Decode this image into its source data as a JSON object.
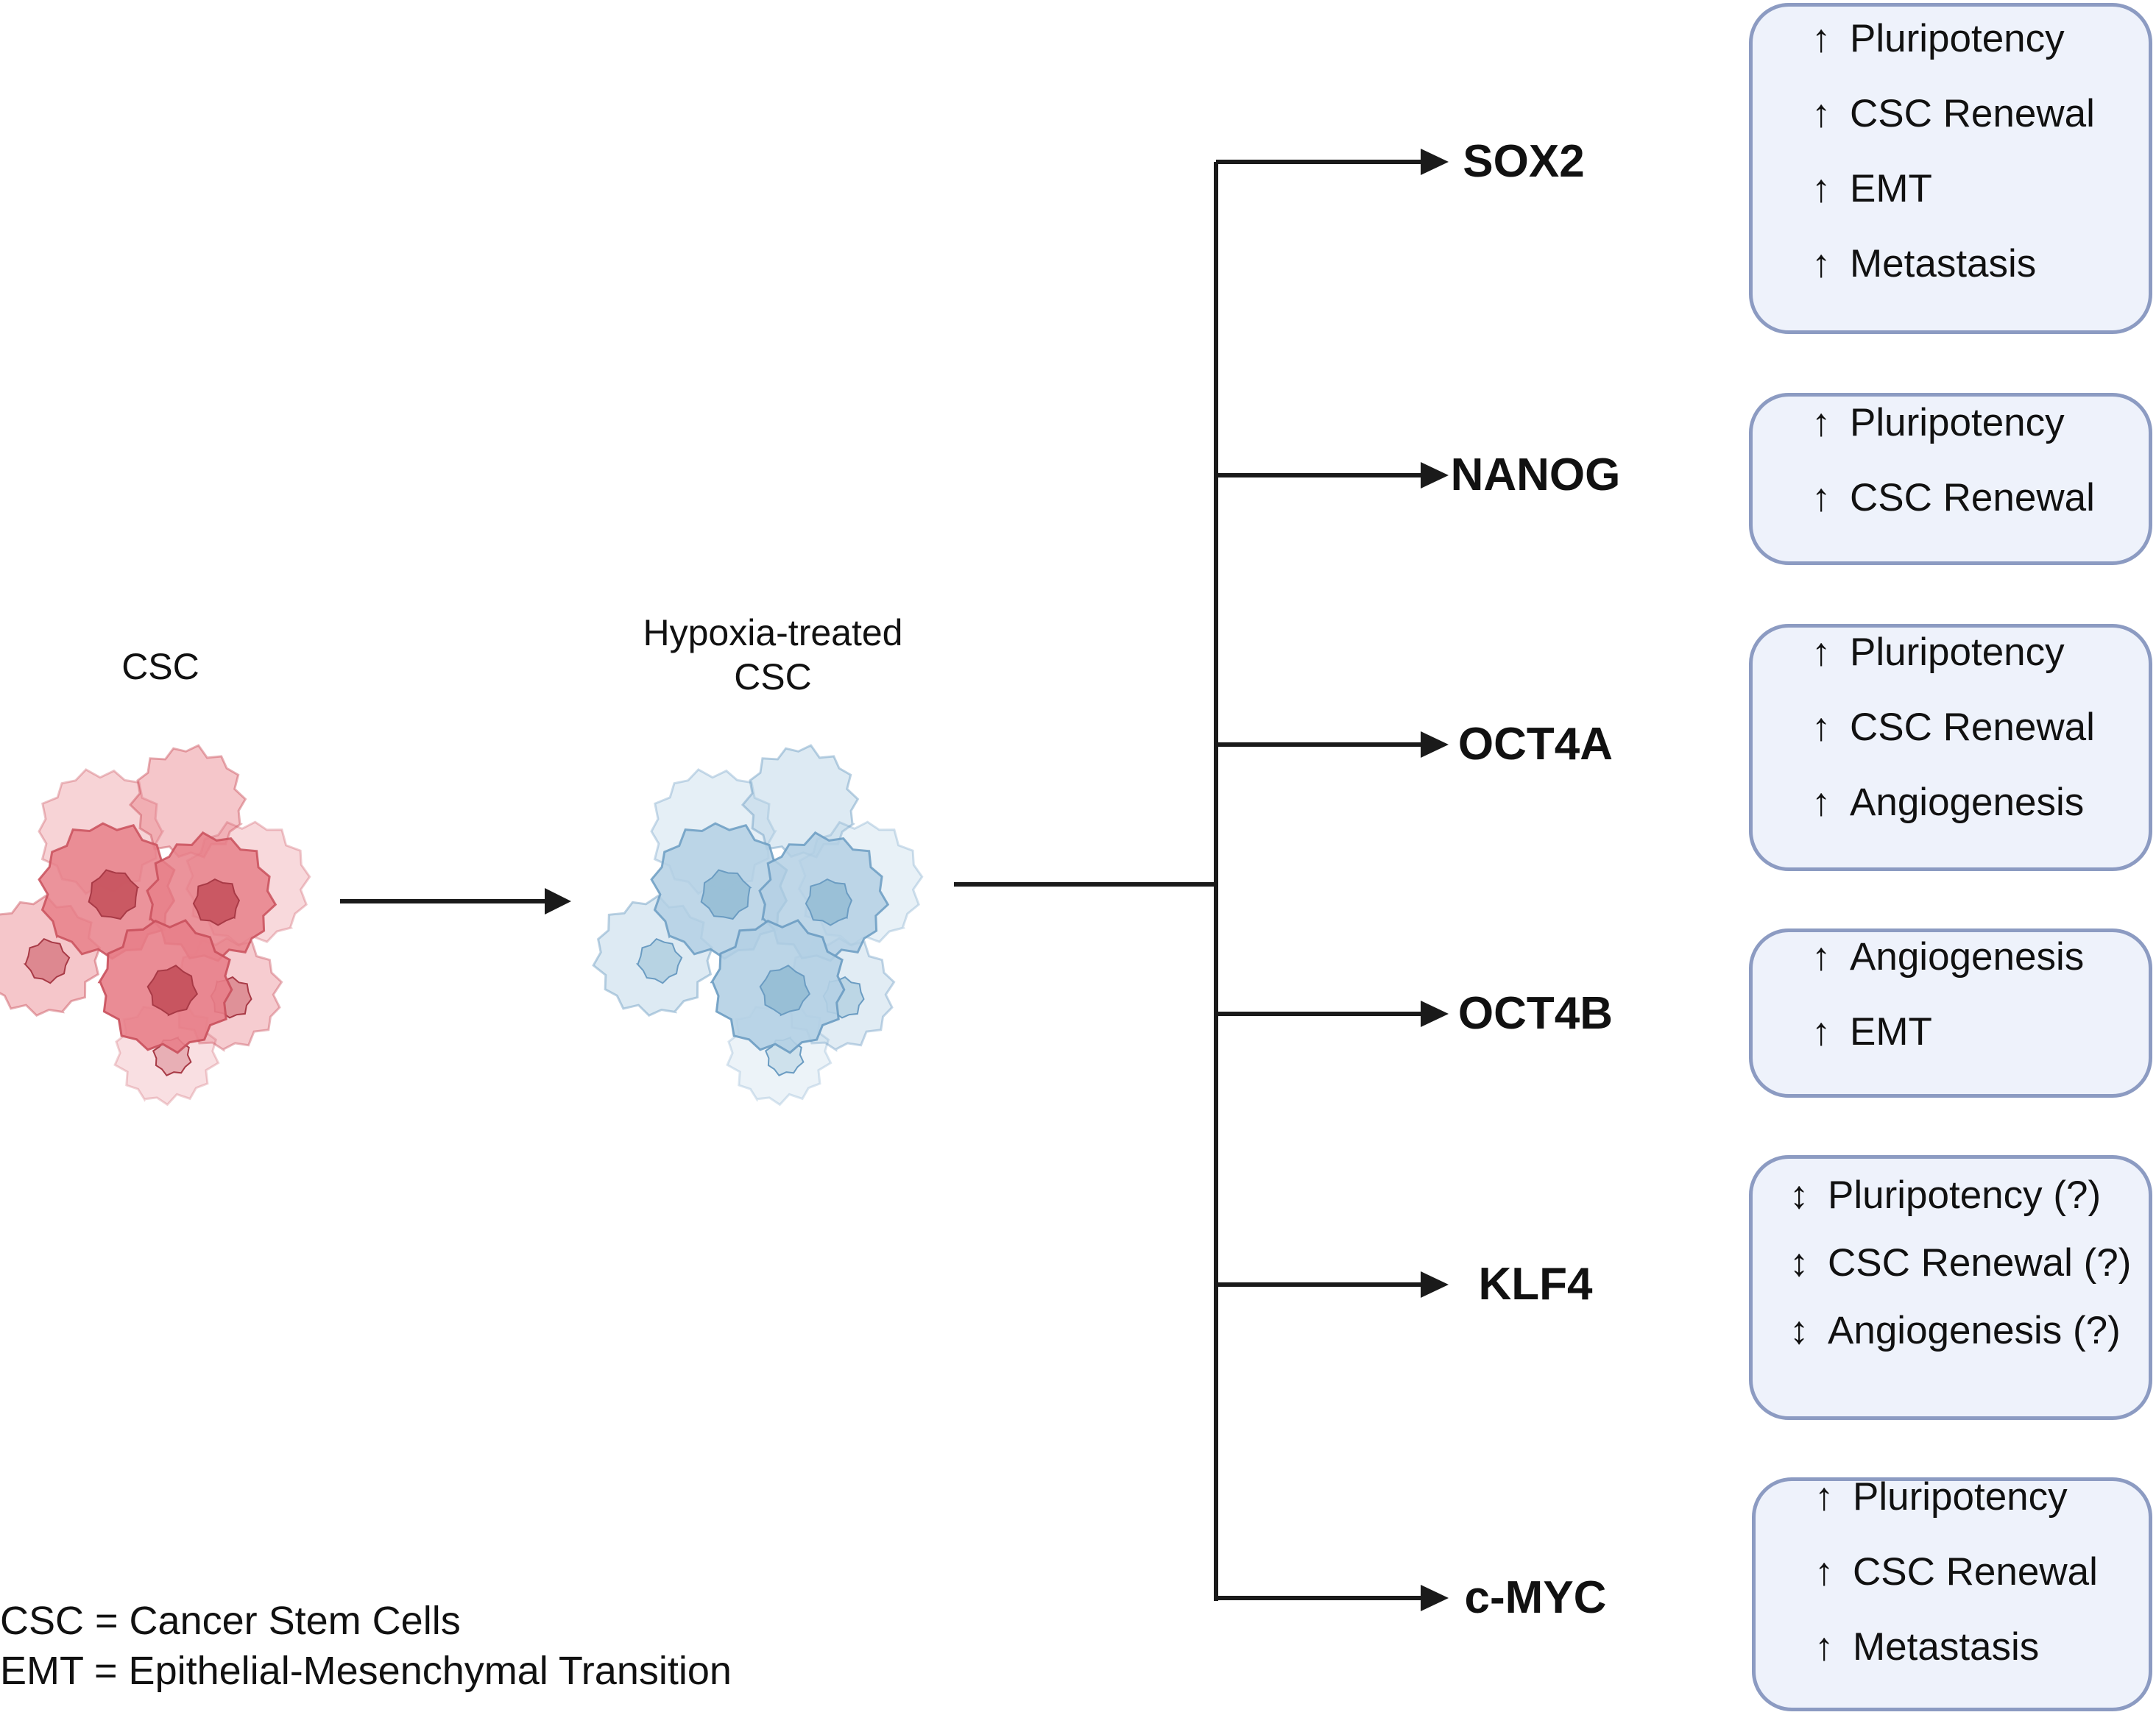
{
  "cells": {
    "csc_label": "CSC",
    "hypoxia_label_line1": "Hypoxia-treated",
    "hypoxia_label_line2": "CSC",
    "csc_color": "#e8808a",
    "hypoxia_color": "#b4d0e4"
  },
  "colors": {
    "box_fill": "#eef2fb",
    "box_border": "#8c9bc2",
    "line": "#1a1a1a"
  },
  "factors": [
    {
      "gene": "SOX2",
      "effects": [
        {
          "symbol": "↑",
          "text": "Pluripotency"
        },
        {
          "symbol": "↑",
          "text": "CSC Renewal"
        },
        {
          "symbol": "↑",
          "text": "EMT"
        },
        {
          "symbol": "↑",
          "text": "Metastasis"
        }
      ]
    },
    {
      "gene": "NANOG",
      "effects": [
        {
          "symbol": "↑",
          "text": "Pluripotency"
        },
        {
          "symbol": "↑",
          "text": "CSC Renewal"
        }
      ]
    },
    {
      "gene": "OCT4A",
      "effects": [
        {
          "symbol": "↑",
          "text": "Pluripotency"
        },
        {
          "symbol": "↑",
          "text": "CSC Renewal"
        },
        {
          "symbol": "↑",
          "text": "Angiogenesis"
        }
      ]
    },
    {
      "gene": "OCT4B",
      "effects": [
        {
          "symbol": "↑",
          "text": "Angiogenesis"
        },
        {
          "symbol": "↑",
          "text": "EMT"
        }
      ]
    },
    {
      "gene": "KLF4",
      "effects": [
        {
          "symbol": "↕",
          "text": "Pluripotency (?)"
        },
        {
          "symbol": "↕",
          "text": "CSC Renewal (?)"
        },
        {
          "symbol": "↕",
          "text": "Angiogenesis (?)"
        }
      ]
    },
    {
      "gene": "c-MYC",
      "effects": [
        {
          "symbol": "↑",
          "text": "Pluripotency"
        },
        {
          "symbol": "↑",
          "text": "CSC Renewal"
        },
        {
          "symbol": "↑",
          "text": "Metastasis"
        }
      ]
    }
  ],
  "legend": {
    "line1": "CSC = Cancer Stem Cells",
    "line2": "EMT = Epithelial-Mesenchymal Transition"
  }
}
